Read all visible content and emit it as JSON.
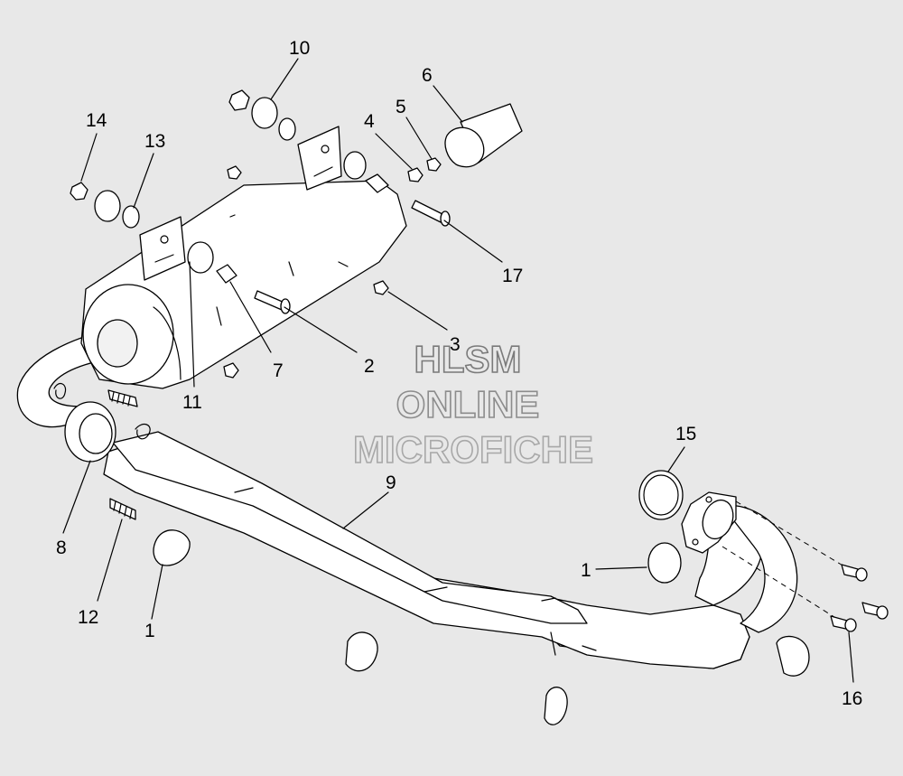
{
  "callouts": {
    "c1a": "1",
    "c1b": "1",
    "c2": "2",
    "c3": "3",
    "c4": "4",
    "c5": "5",
    "c6": "6",
    "c7": "7",
    "c8": "8",
    "c9": "9",
    "c10": "10",
    "c11": "11",
    "c12": "12",
    "c13": "13",
    "c14": "14",
    "c15": "15",
    "c16": "16",
    "c17": "17"
  },
  "watermark": {
    "line1": "HLSM",
    "line2": "ONLINE",
    "line3": "MICROFICHE",
    "color": "#7a7a7a"
  },
  "colors": {
    "background": "#e8e8e8",
    "line": "#000000",
    "fill": "#ffffff"
  }
}
